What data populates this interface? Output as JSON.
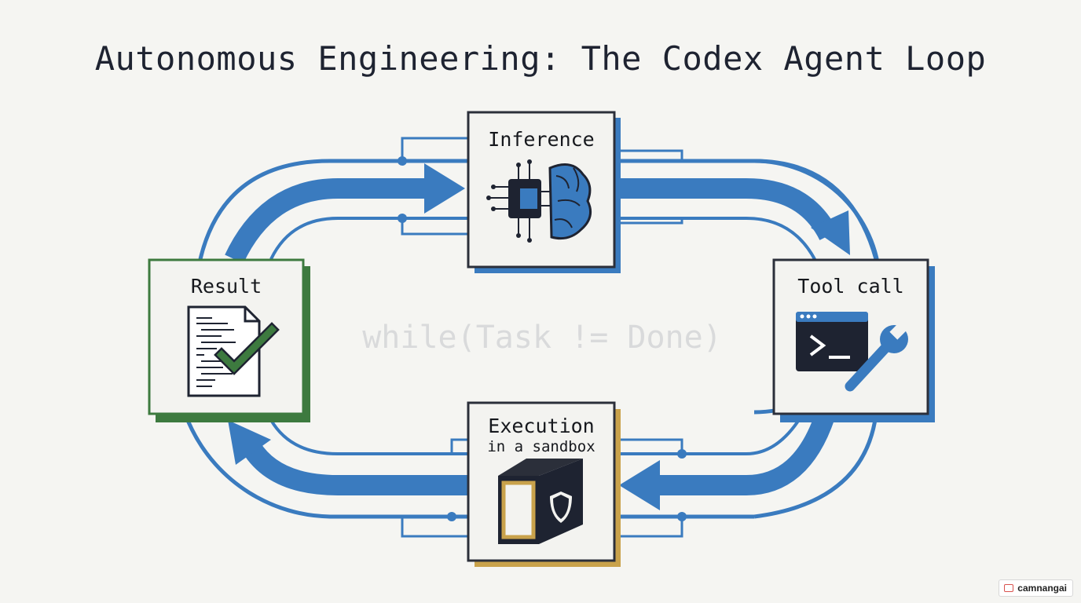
{
  "title": "Autonomous Engineering: The Codex Agent Loop",
  "center_text": "while(Task != Done)",
  "nodes": {
    "inference": {
      "label": "Inference",
      "icon": "chip-brain-icon"
    },
    "tool_call": {
      "label": "Tool call",
      "icon": "terminal-wrench-icon"
    },
    "execution": {
      "label": "Execution",
      "sublabel": "in a sandbox",
      "icon": "sandbox-cube-shield-icon"
    },
    "result": {
      "label": "Result",
      "icon": "document-check-icon"
    }
  },
  "colors": {
    "arrow": "#3a7bbf",
    "border_dark": "#2b2f3a",
    "result_border": "#3d7a3f",
    "execution_shadow": "#c9a24b",
    "background": "#f5f5f2"
  },
  "watermark": "camnangai"
}
